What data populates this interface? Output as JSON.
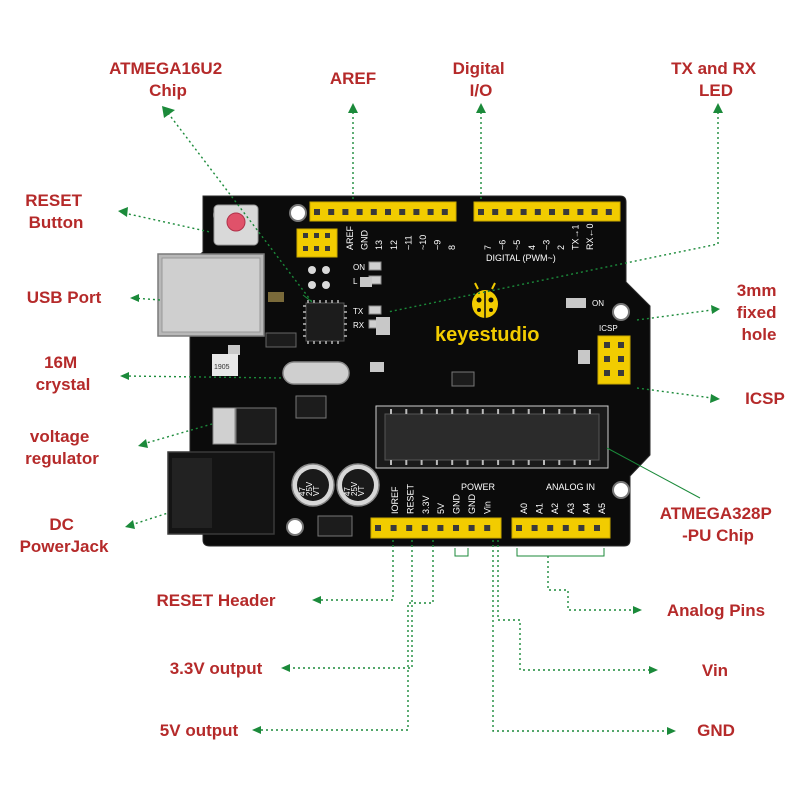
{
  "colors": {
    "board": "#0b0b0b",
    "header": "#f2cc00",
    "label": "#b52a2a",
    "leader": "#1b8a3a",
    "reset_button": "#e0526a"
  },
  "labels": {
    "atmega16u2": [
      "ATMEGA16U2",
      "Chip"
    ],
    "aref": [
      "AREF"
    ],
    "digital_io": [
      "Digital",
      "I/O"
    ],
    "tx_rx_led": [
      "TX and RX",
      "LED"
    ],
    "reset_button": [
      "RESET",
      "Button"
    ],
    "usb_port": [
      "USB Port"
    ],
    "crystal": [
      "16M",
      "crystal"
    ],
    "voltage_regulator": [
      "voltage",
      "regulator"
    ],
    "dc_powerjack": [
      "DC",
      "PowerJack"
    ],
    "fixed_hole": [
      "3mm",
      "fixed",
      "hole"
    ],
    "icsp": [
      "ICSP"
    ],
    "atmega328p": [
      "ATMEGA328P",
      "-PU Chip"
    ],
    "reset_header": [
      "RESET Header"
    ],
    "output_3v3": [
      "3.3V output"
    ],
    "output_5v": [
      "5V output"
    ],
    "analog_pins": [
      "Analog  Pins"
    ],
    "vin": [
      "Vin"
    ],
    "gnd": [
      "GND"
    ]
  },
  "board": {
    "brand": "keyestudio",
    "digital_title": "DIGITAL (PWM~)",
    "power_title": "POWER",
    "analog_title": "ANALOG IN",
    "icsp_title": "ICSP",
    "on_label": "ON",
    "crystal_marking": "1905",
    "top_pins": [
      "AREF",
      "GND",
      "13",
      "12",
      "~11",
      "~10",
      "~9",
      "8"
    ],
    "digital_pins": [
      "7",
      "~6",
      "~5",
      "4",
      "~3",
      "2",
      "TX→1",
      "RX←0"
    ],
    "power_pins": [
      "IOREF",
      "RESET",
      "3.3V",
      "5V",
      "GND",
      "GND",
      "Vin"
    ],
    "analog_pins": [
      "A0",
      "A1",
      "A2",
      "A3",
      "A4",
      "A5"
    ],
    "led_labels": [
      "ON",
      "L",
      "TX",
      "RX"
    ],
    "cap_values": [
      "47",
      "25V",
      "VT"
    ]
  }
}
